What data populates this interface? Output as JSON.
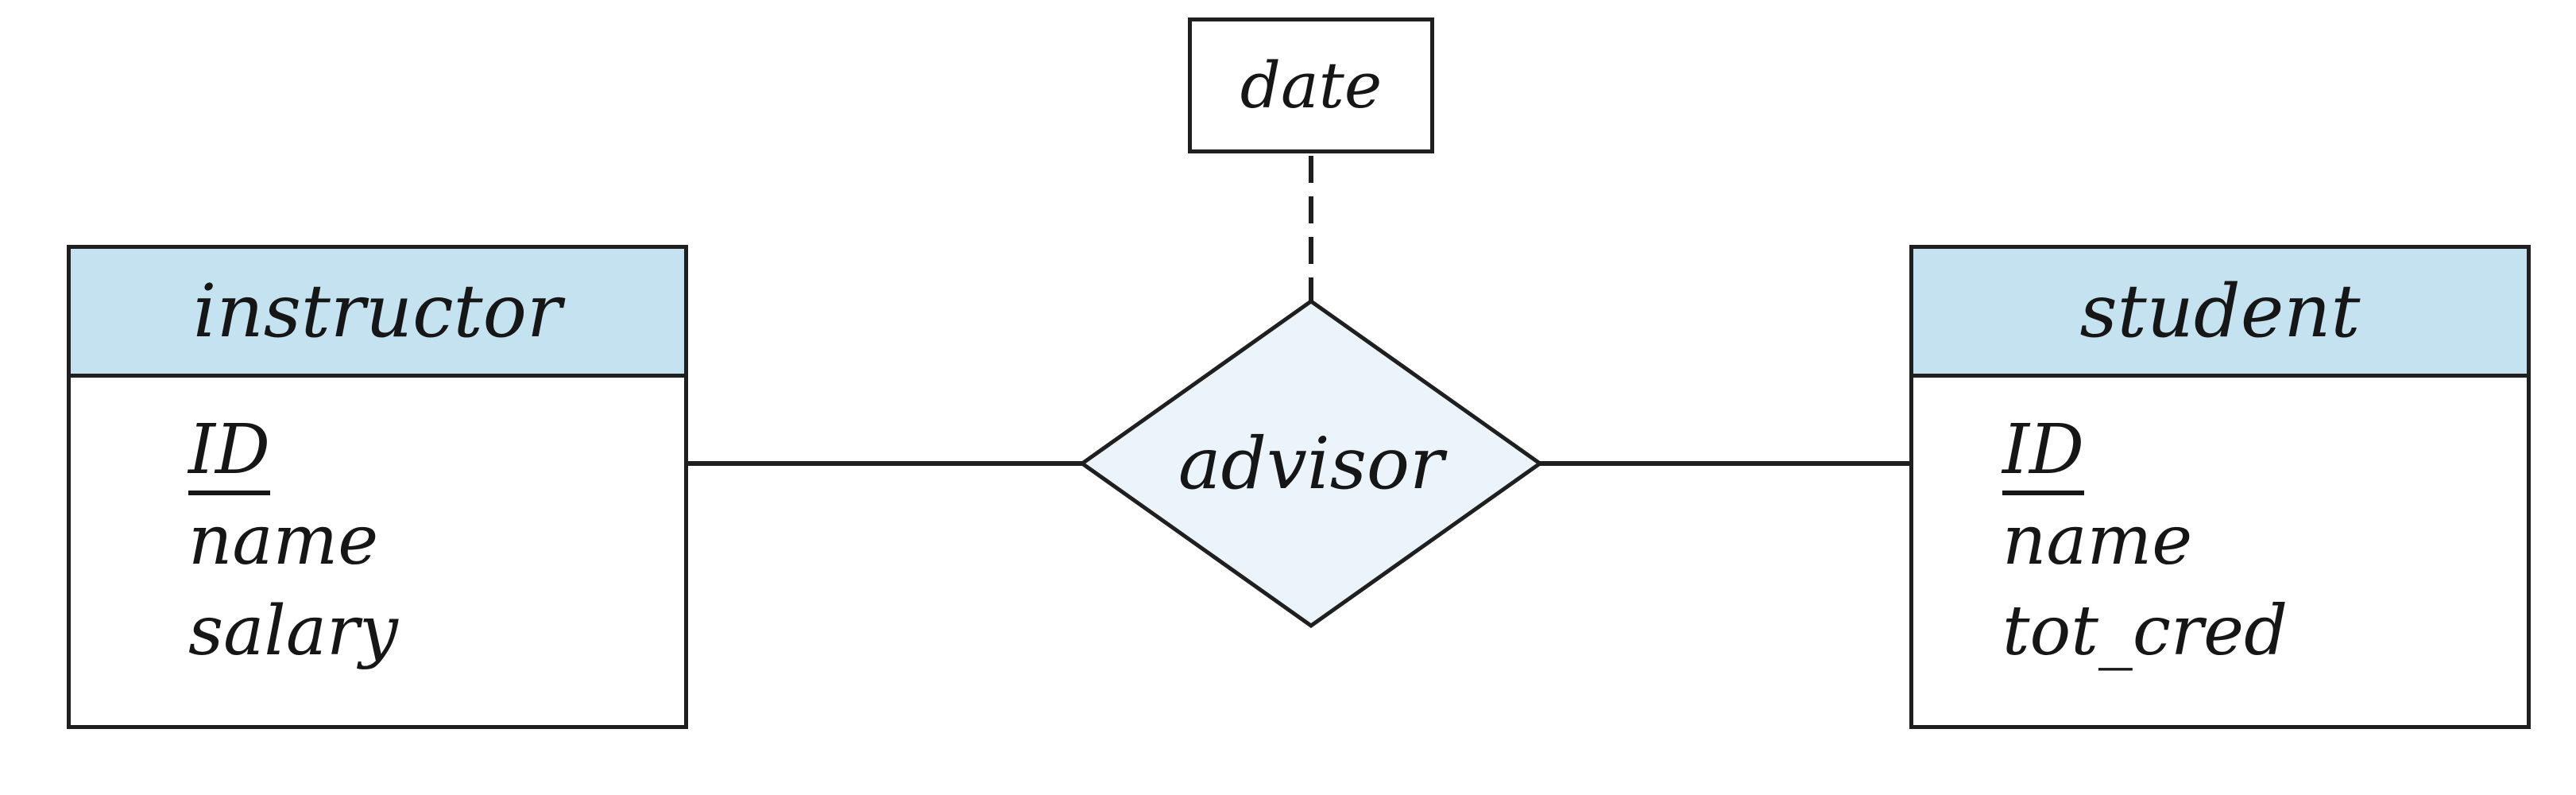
{
  "figure": {
    "kind": "er-diagram",
    "colors": {
      "background": "#ffffff",
      "stroke": "#1f1f1f",
      "text": "#161616",
      "entity_header_fill": "#c4e2f0",
      "relationship_fill": "#eaf4fa",
      "attribute_box_fill": "#ffffff"
    },
    "entities": [
      {
        "name": "instructor",
        "primary_key": "ID",
        "attributes": [
          "ID",
          "name",
          "salary"
        ]
      },
      {
        "name": "student",
        "primary_key": "ID",
        "attributes": [
          "ID",
          "name",
          "tot_cred"
        ]
      }
    ],
    "relationship": {
      "name": "advisor",
      "connects": [
        "instructor",
        "student"
      ],
      "line_style": "solid"
    },
    "descriptive_attribute": {
      "name": "date",
      "attached_to": "advisor",
      "line_style": "dashed"
    }
  }
}
